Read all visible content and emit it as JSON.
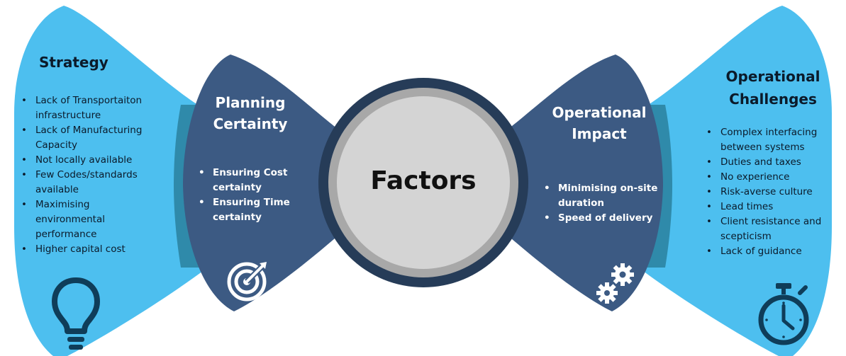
{
  "center": {
    "title": "Factors"
  },
  "colors": {
    "light_blue": "#4dbfef",
    "teal_ring": "#2f8aaa",
    "navy": "#3c5a83",
    "navy_dark": "#263c58",
    "circle_fill": "#d4d4d4",
    "circle_ring": "#a8a8a8",
    "icon_dark": "#0f3d59"
  },
  "panels": [
    {
      "id": "strategy",
      "title": "Strategy",
      "bullets": [
        "Lack of Transportaiton infrastructure",
        "Lack of Manufacturing Capacity",
        "Not locally available",
        "Few Codes/standards available",
        "Maximising environmental performance",
        "Higher capital cost"
      ],
      "icon": "lightbulb-icon"
    },
    {
      "id": "planning",
      "title": "Planning Certainty",
      "bullets": [
        "Ensuring Cost certainty",
        "Ensuring Time certainty"
      ],
      "icon": "target-icon"
    },
    {
      "id": "operational-impact",
      "title": "Operational Impact",
      "bullets": [
        "Minimising on-site duration",
        "Speed of delivery"
      ],
      "icon": "gears-icon"
    },
    {
      "id": "operational-challenges",
      "title": "Operational Challenges",
      "bullets": [
        "Complex interfacing between systems",
        "Duties and taxes",
        "No experience",
        "Risk-averse culture",
        "Lead times",
        "Client resistance and scepticism",
        "Lack of guidance"
      ],
      "icon": "stopwatch-icon"
    }
  ]
}
